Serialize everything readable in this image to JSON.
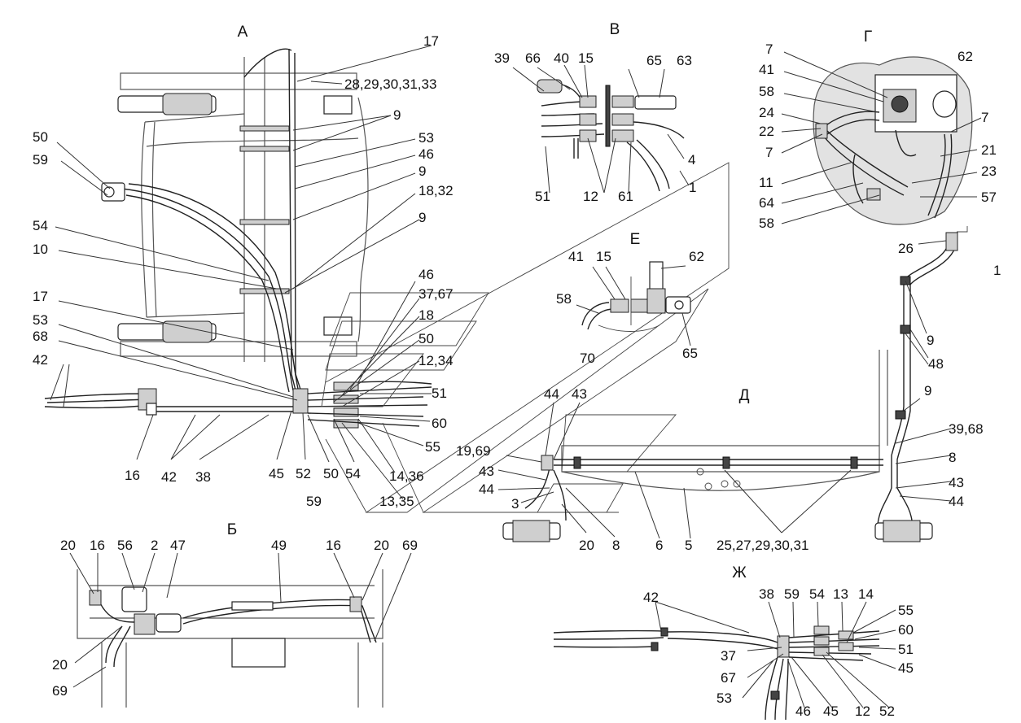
{
  "views": {
    "A": "А",
    "B": "Б",
    "V": "В",
    "G": "Г",
    "D": "Д",
    "E": "Е",
    "Zh": "Ж"
  },
  "labels": {
    "a": [
      "17",
      "28,29,30,31,33",
      "9",
      "53",
      "46",
      "9",
      "18,32",
      "9",
      "50",
      "59",
      "54",
      "10",
      "46",
      "37,67",
      "17",
      "53",
      "68",
      "18",
      "50",
      "12,34",
      "42",
      "51",
      "60",
      "55",
      "16",
      "42",
      "38",
      "45",
      "52",
      "50",
      "54",
      "59",
      "14,36",
      "13,35"
    ],
    "v": [
      "39",
      "66",
      "40",
      "15",
      "65",
      "63",
      "4",
      "51",
      "12",
      "61",
      "1"
    ],
    "g": [
      "7",
      "41",
      "58",
      "24",
      "22",
      "7",
      "62",
      "7",
      "21",
      "11",
      "23",
      "64",
      "57",
      "58"
    ],
    "e": [
      "41",
      "15",
      "62",
      "58",
      "65",
      "70"
    ],
    "d": [
      "26",
      "1",
      "9",
      "48",
      "9",
      "44",
      "43",
      "39,68",
      "8",
      "19,69",
      "43",
      "44",
      "43",
      "44",
      "3",
      "20",
      "8",
      "6",
      "5",
      "25,27,29,30,31"
    ],
    "b": [
      "20",
      "16",
      "56",
      "2",
      "47",
      "49",
      "16",
      "20",
      "69",
      "20",
      "69"
    ],
    "zh": [
      "42",
      "38",
      "59",
      "54",
      "13",
      "14",
      "55",
      "60",
      "51",
      "45",
      "37",
      "67",
      "53",
      "46",
      "45",
      "12",
      "52"
    ]
  }
}
